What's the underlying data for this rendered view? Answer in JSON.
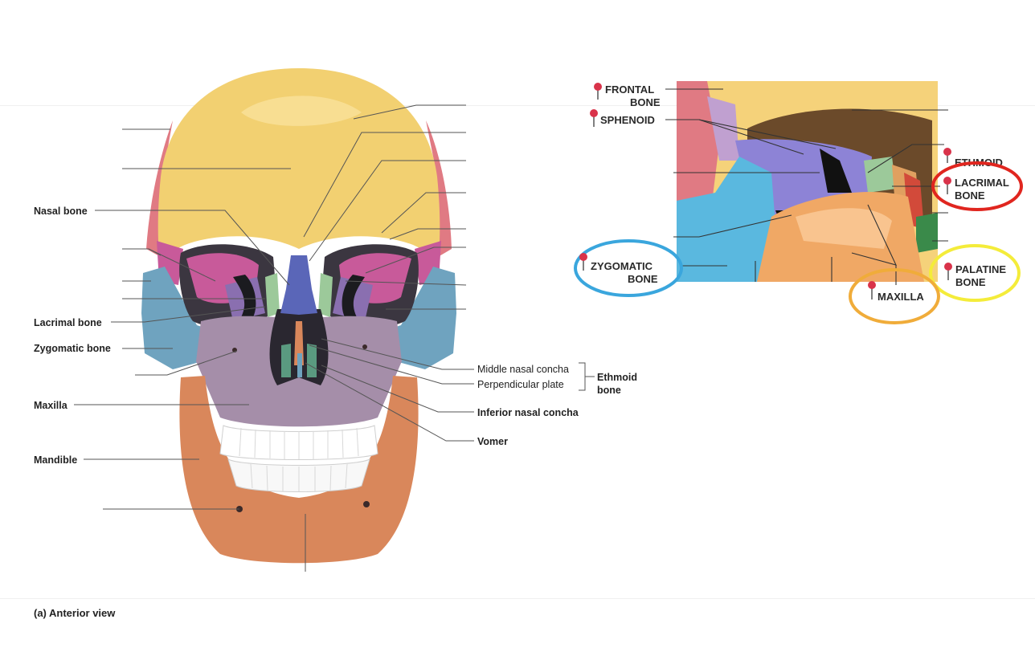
{
  "labels": {
    "nasal_bone": "Nasal bone",
    "lacrimal_bone": "Lacrimal bone",
    "zygomatic_bone": "Zygomatic bone",
    "maxilla": "Maxilla",
    "mandible": "Mandible",
    "middle_nasal_concha": "Middle nasal concha",
    "perpendicular_plate": "Perpendicular plate",
    "ethmoid_line1": "Ethmoid",
    "ethmoid_line2": "bone",
    "inferior_nasal_concha": "Inferior nasal concha",
    "vomer": "Vomer"
  },
  "caption": "(a) Anterior view",
  "orbit_labels": {
    "frontal_1": "FRONTAL",
    "frontal_2": "BONE",
    "sphenoid": "SPHENOID",
    "ethmoid": "ETHMOID",
    "lacrimal_1": "LACRIMAL",
    "lacrimal_2": "BONE",
    "zygomatic_1": "ZYGOMATIC",
    "zygomatic_2": "BONE",
    "palatine_1": "PALATINE",
    "palatine_2": "BONE",
    "maxilla": "MAXILLA"
  },
  "highlight_colors": {
    "lacrimal": "#e0261f",
    "zygomatic": "#3aa6dd",
    "palatine": "#f4ec3a",
    "maxilla": "#f0ac3a",
    "pin": "#d9334a"
  },
  "bone_colors": {
    "frontal": "#f2d071",
    "parietal": "#e07a83",
    "sphenoid": "#c85a9a",
    "zygomatic": "#6fa3bf",
    "maxilla": "#a58ea9",
    "mandible": "#d9875b",
    "nasal": "#5a66b8",
    "lacrimal": "#9cc99a",
    "orbit_sphenoid": "#8d83d6",
    "orbit_zygomatic": "#5ab8df",
    "orbit_maxilla": "#f0a865"
  }
}
